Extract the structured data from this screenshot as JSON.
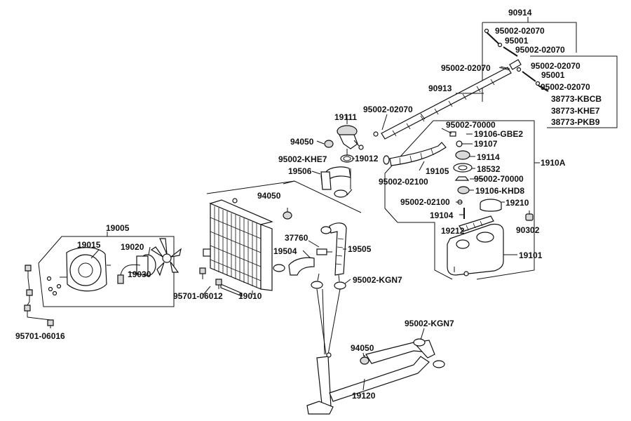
{
  "labels": {
    "p90914": "90914",
    "p95002_02070_a": "95002-02070",
    "p95001_a": "95001",
    "p95002_02070_b": "95002-02070",
    "p95002_02070_c": "95002-02070",
    "p95002_02070_d": "95002-02070",
    "p95001_b": "95001",
    "p95002_02070_e": "95002-02070",
    "p38773_kbcb": "38773-KBCB",
    "p38773_khe7": "38773-KHE7",
    "p38773_pkb9": "38773-PKB9",
    "p90913": "90913",
    "p95002_02070_f": "95002-02070",
    "p19111": "19111",
    "p94050_a": "94050",
    "p95002_khe7": "95002-KHE7",
    "p19012": "19012",
    "p19506": "19506",
    "p95002_70000_a": "95002-70000",
    "p19106_gbe2": "19106-GBE2",
    "p19107": "19107",
    "p19114": "19114",
    "p18532": "18532",
    "p19105": "19105",
    "p95002_02100_a": "95002-02100",
    "p95002_70000_b": "95002-70000",
    "p1910a": "1910A",
    "p19106_khd8": "19106-KHD8",
    "p95002_02100_b": "95002-02100",
    "p19210": "19210",
    "p19104": "19104",
    "p90302": "90302",
    "p19212": "19212",
    "p19101": "19101",
    "p94050_b": "94050",
    "p19005": "19005",
    "p19015": "19015",
    "p19020": "19020",
    "p19030": "19030",
    "p37760": "37760",
    "p19504": "19504",
    "p19505": "19505",
    "p95002_kgn7_a": "95002-KGN7",
    "p95701_06012": "95701-06012",
    "p19010": "19010",
    "p95701_06016": "95701-06016",
    "p95002_kgn7_b": "95002-KGN7",
    "p94050_c": "94050",
    "p19120": "19120"
  }
}
